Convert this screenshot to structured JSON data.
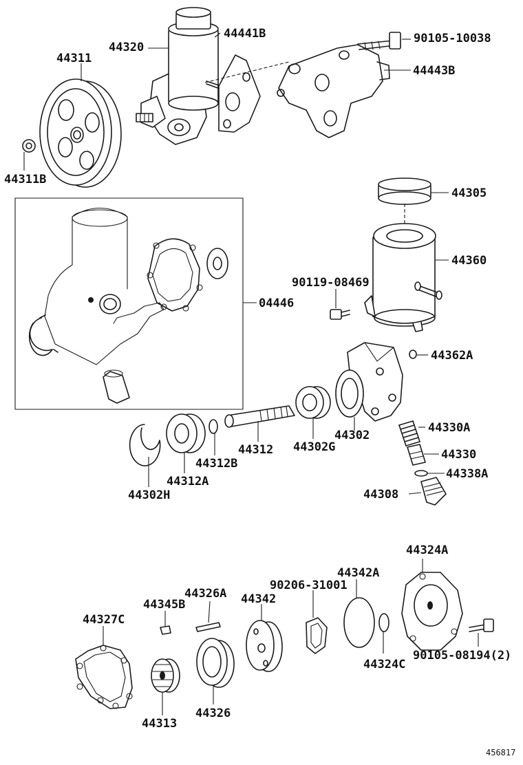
{
  "diagram": {
    "reference_number": "456817",
    "parts": {
      "p44311": "44311",
      "p44311B": "44311B",
      "p44320": "44320",
      "p44441B": "44441B",
      "p90105_10038": "90105-10038",
      "p44443B": "44443B",
      "p44305": "44305",
      "p44360": "44360",
      "p90119_08469": "90119-08469",
      "p04446": "04446",
      "p44362A": "44362A",
      "p44330A": "44330A",
      "p44330": "44330",
      "p44338A": "44338A",
      "p44308": "44308",
      "p44302": "44302",
      "p44302G": "44302G",
      "p44312": "44312",
      "p44312B": "44312B",
      "p44312A": "44312A",
      "p44302H": "44302H",
      "p44324A": "44324A",
      "p44342A": "44342A",
      "p90206_31001": "90206-31001",
      "p44326A": "44326A",
      "p44345B": "44345B",
      "p44342": "44342",
      "p44327C": "44327C",
      "p90105_08194": "90105-08194(2)",
      "p44324C": "44324C",
      "p44313": "44313",
      "p44326": "44326"
    }
  }
}
